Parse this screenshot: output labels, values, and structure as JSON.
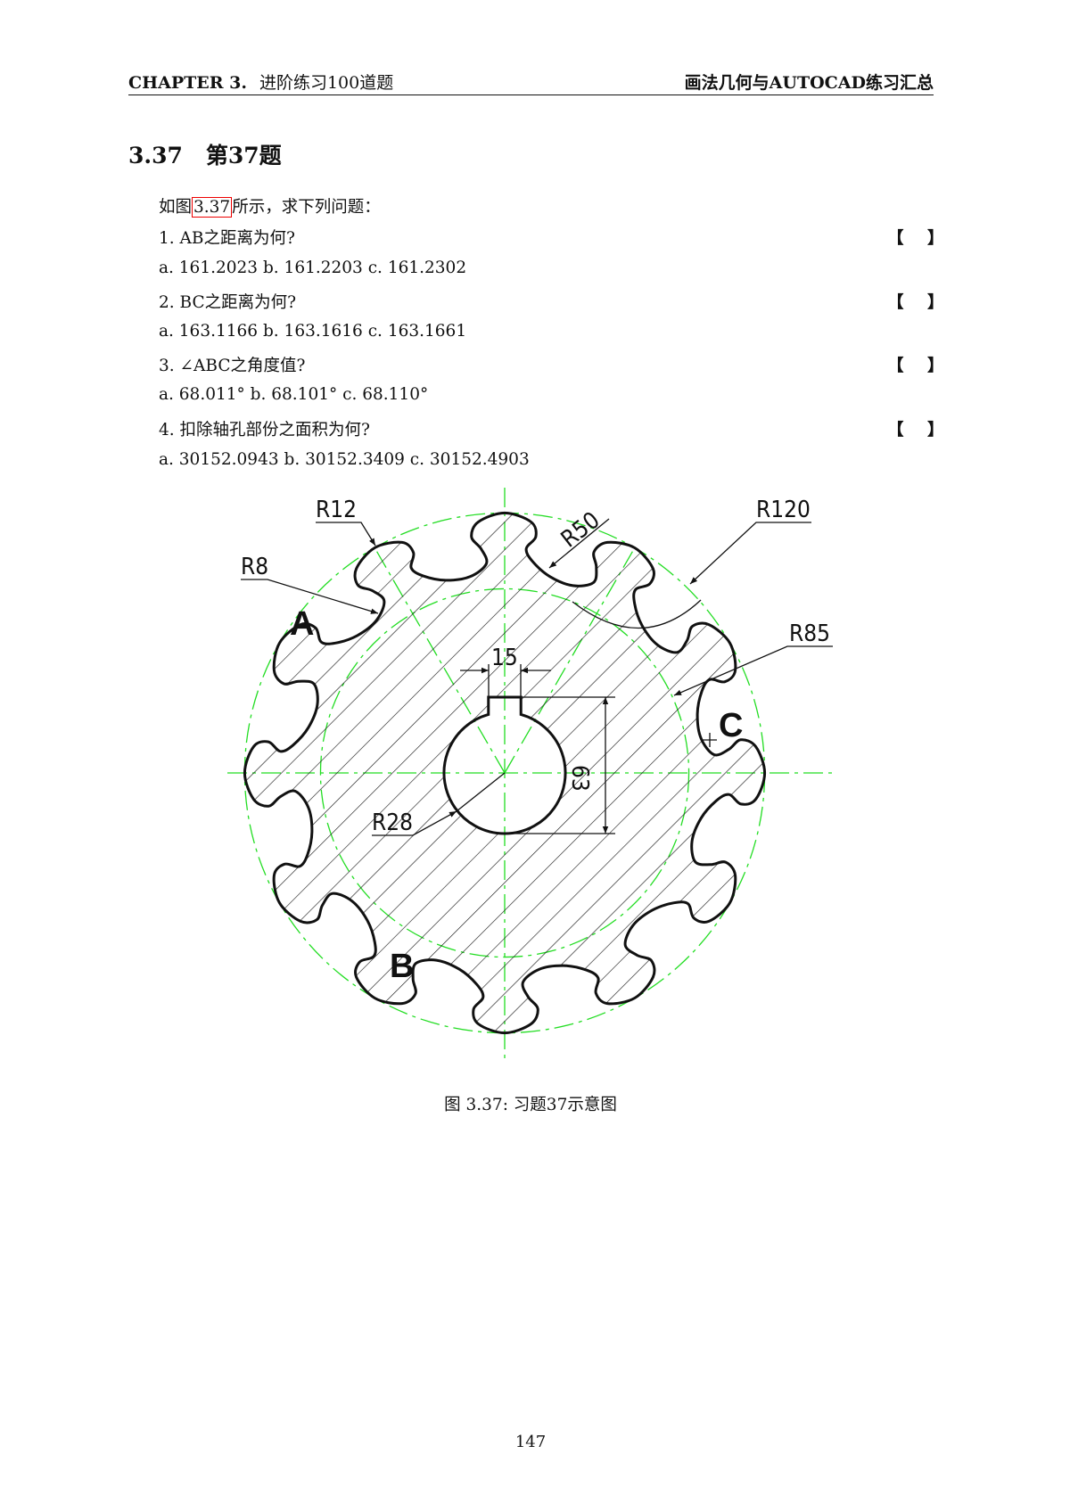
{
  "header": {
    "chapter": "CHAPTER 3.",
    "chapter_title": "进阶练习100道题",
    "book_title": "画法几何与AUTOCAD练习汇总"
  },
  "section": {
    "number": "3.37",
    "title": "第37题"
  },
  "intro": {
    "prefix": "如图",
    "ref": "3.37",
    "suffix": "所示，求下列问题："
  },
  "questions": [
    {
      "q": "1. AB之距离为何?",
      "options": "a. 161.2023 b. 161.2203 c. 161.2302",
      "bracket": "【 】"
    },
    {
      "q": "2. BC之距离为何?",
      "options": "a. 163.1166 b. 163.1616 c. 163.1661",
      "bracket": "【 】"
    },
    {
      "q": "3. ∠ABC之角度值?",
      "options": "a. 68.011° b. 68.101° c. 68.110°",
      "bracket": "【 】"
    },
    {
      "q": "4. 扣除轴孔部份之面积为何?",
      "options": "a. 30152.0943 b. 30152.3409 c. 30152.4903",
      "bracket": "【 】"
    }
  ],
  "figure": {
    "labels": {
      "r12": "R12",
      "r8": "R8",
      "r50": "R50",
      "r120": "R120",
      "r85": "R85",
      "r28": "R28",
      "dim15": "15",
      "dim63": "63",
      "a": "A",
      "b": "B",
      "c": "C"
    },
    "tooth_count": 12,
    "colors": {
      "centerline": "#22dd22",
      "outline": "#111111"
    }
  },
  "caption": "图 3.37: 习题37示意图",
  "page_number": "147"
}
